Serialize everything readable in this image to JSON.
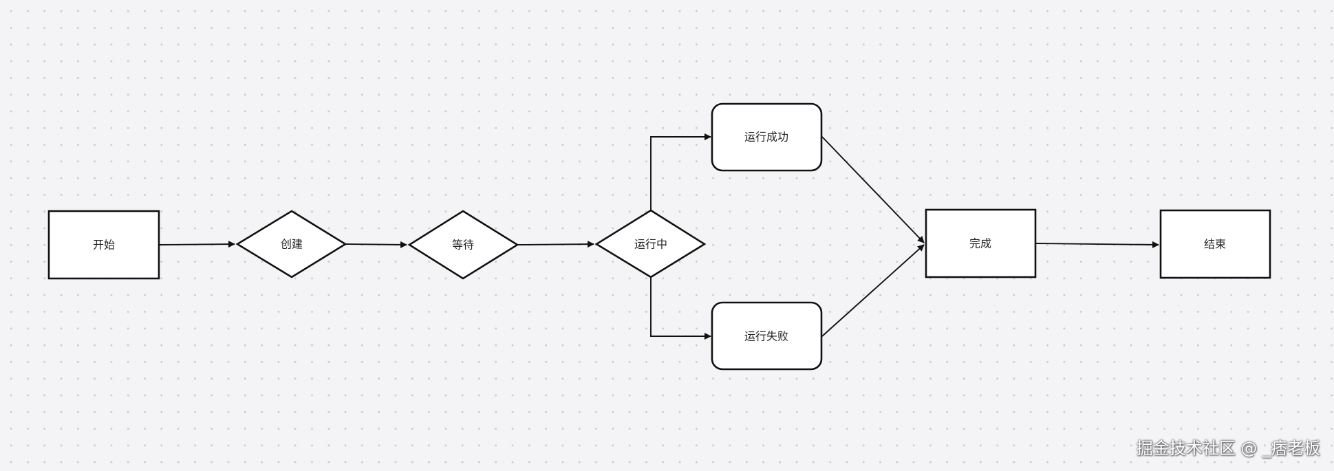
{
  "nodes": {
    "start": "开始",
    "create": "创建",
    "wait": "等待",
    "running": "运行中",
    "success": "运行成功",
    "failure": "运行失败",
    "complete": "完成",
    "end": "结束"
  },
  "watermark": "掘金技术社区 @ _痞老板",
  "colors": {
    "background": "#f4f4f6",
    "node_fill": "#ffffff",
    "stroke": "#111111"
  }
}
